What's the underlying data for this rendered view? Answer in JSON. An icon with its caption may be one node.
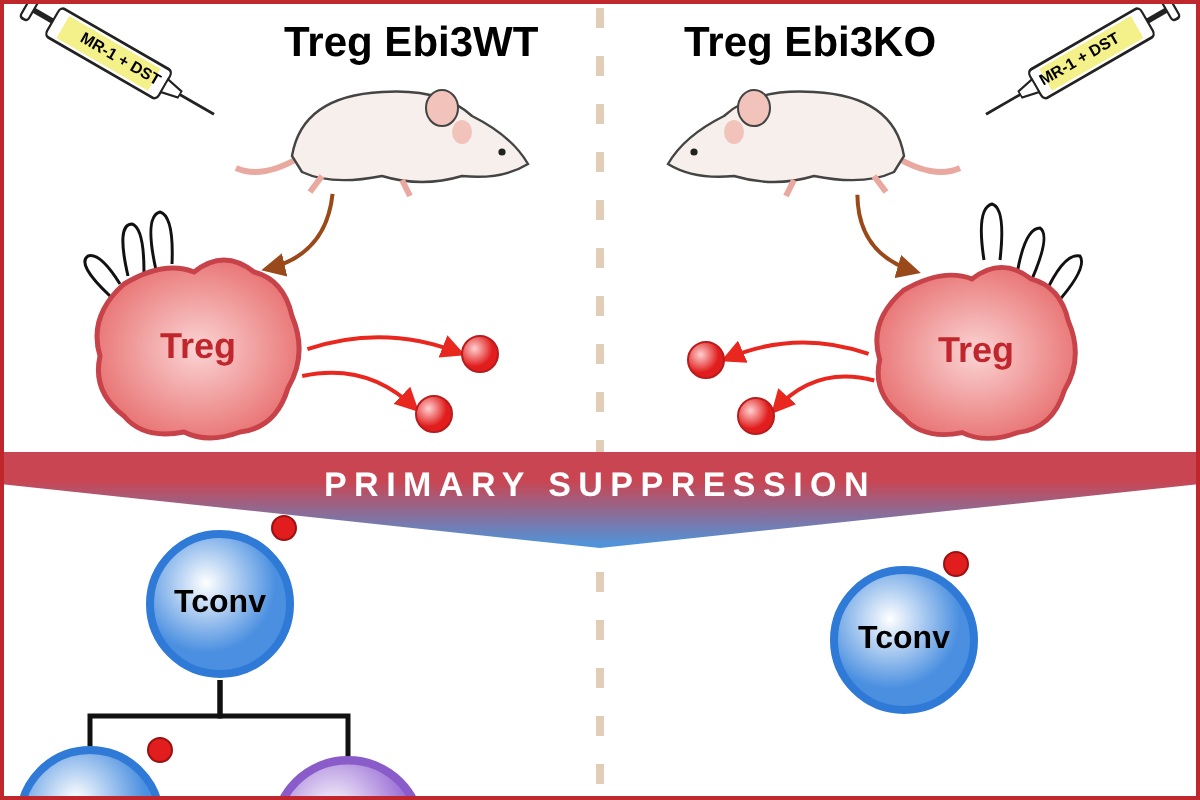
{
  "diagram": {
    "nodes": [
      {
        "text": [
          "MR-1 + DST"
        ]
      },
      {
        "text": [],
        "shape": "picture"
      },
      {
        "text": [
          "MR-1 + DST"
        ]
      },
      {
        "text": [],
        "shape": "picture"
      },
      {
        "text": [
          "Treg"
        ]
      },
      {
        "text": [],
        "shape": "circle"
      },
      {
        "text": [],
        "shape": "circle"
      },
      {
        "text": [
          "Treg"
        ]
      },
      {
        "text": [],
        "shape": "circle"
      },
      {
        "text": [],
        "shape": "circle"
      },
      {
        "text": [
          "PRIMARY SUPPRESSION"
        ]
      },
      {
        "text": [
          "Tconv"
        ]
      },
      {
        "text": [],
        "shape": "circle"
      },
      {
        "text": [],
        "shape": "circle"
      },
      {
        "text": [
          "Tconv"
        ]
      }
    ],
    "edges": [
      {
        "from": 1,
        "to": 4,
        "arrow": "to",
        "color": "#9a4a1a"
      },
      {
        "from": 4,
        "to": 5,
        "arrow": "to"
      },
      {
        "from": 4,
        "to": 6,
        "arrow": "to"
      },
      {
        "from": 3,
        "to": 7,
        "arrow": "to",
        "color": "#9a4a1a"
      },
      {
        "from": 7,
        "to": 8,
        "arrow": "to"
      },
      {
        "from": 7,
        "to": 9,
        "arrow": "to"
      },
      {
        "from": 11,
        "to": 12,
        "arrow": "none",
        "color": "#111111"
      },
      {
        "from": 11,
        "to": 13,
        "arrow": "none",
        "color": "#111111"
      }
    ],
    "labels": [
      "Treg Ebi3WT",
      "Treg Ebi3KO"
    ]
  }
}
